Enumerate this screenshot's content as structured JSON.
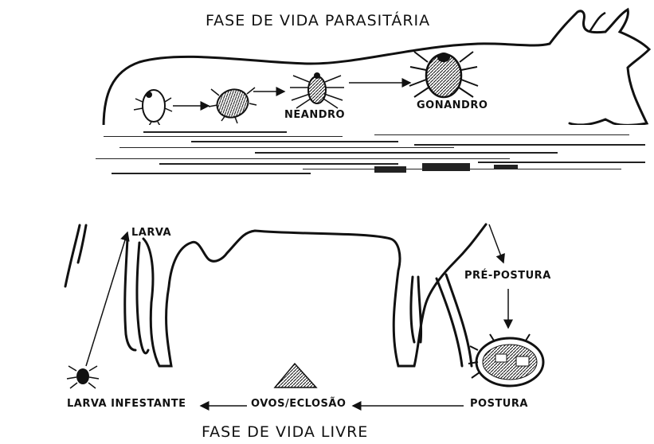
{
  "titles": {
    "parasitic": "FASE DE VIDA PARASITÁRIA",
    "free": "FASE DE VIDA LIVRE"
  },
  "parasitic_stages": {
    "neandro": "NEANDRO",
    "gonandro": "GONANDRO"
  },
  "free_stages": {
    "larva": "LARVA",
    "pre_postura": "PRÉ-POSTURA",
    "postura": "POSTURA",
    "ovos_eclosao": "OVOS/ECLOSÃO",
    "larva_infestante": "LARVA INFESTANTE"
  },
  "colors": {
    "ink": "#111111",
    "background": "#ffffff"
  },
  "icons": [
    "tick-larva-icon",
    "tick-nymph-icon",
    "neandro-tick-icon",
    "gonandro-tick-icon",
    "engorged-female-icon",
    "egg-pile-icon",
    "infestant-larva-icon"
  ]
}
